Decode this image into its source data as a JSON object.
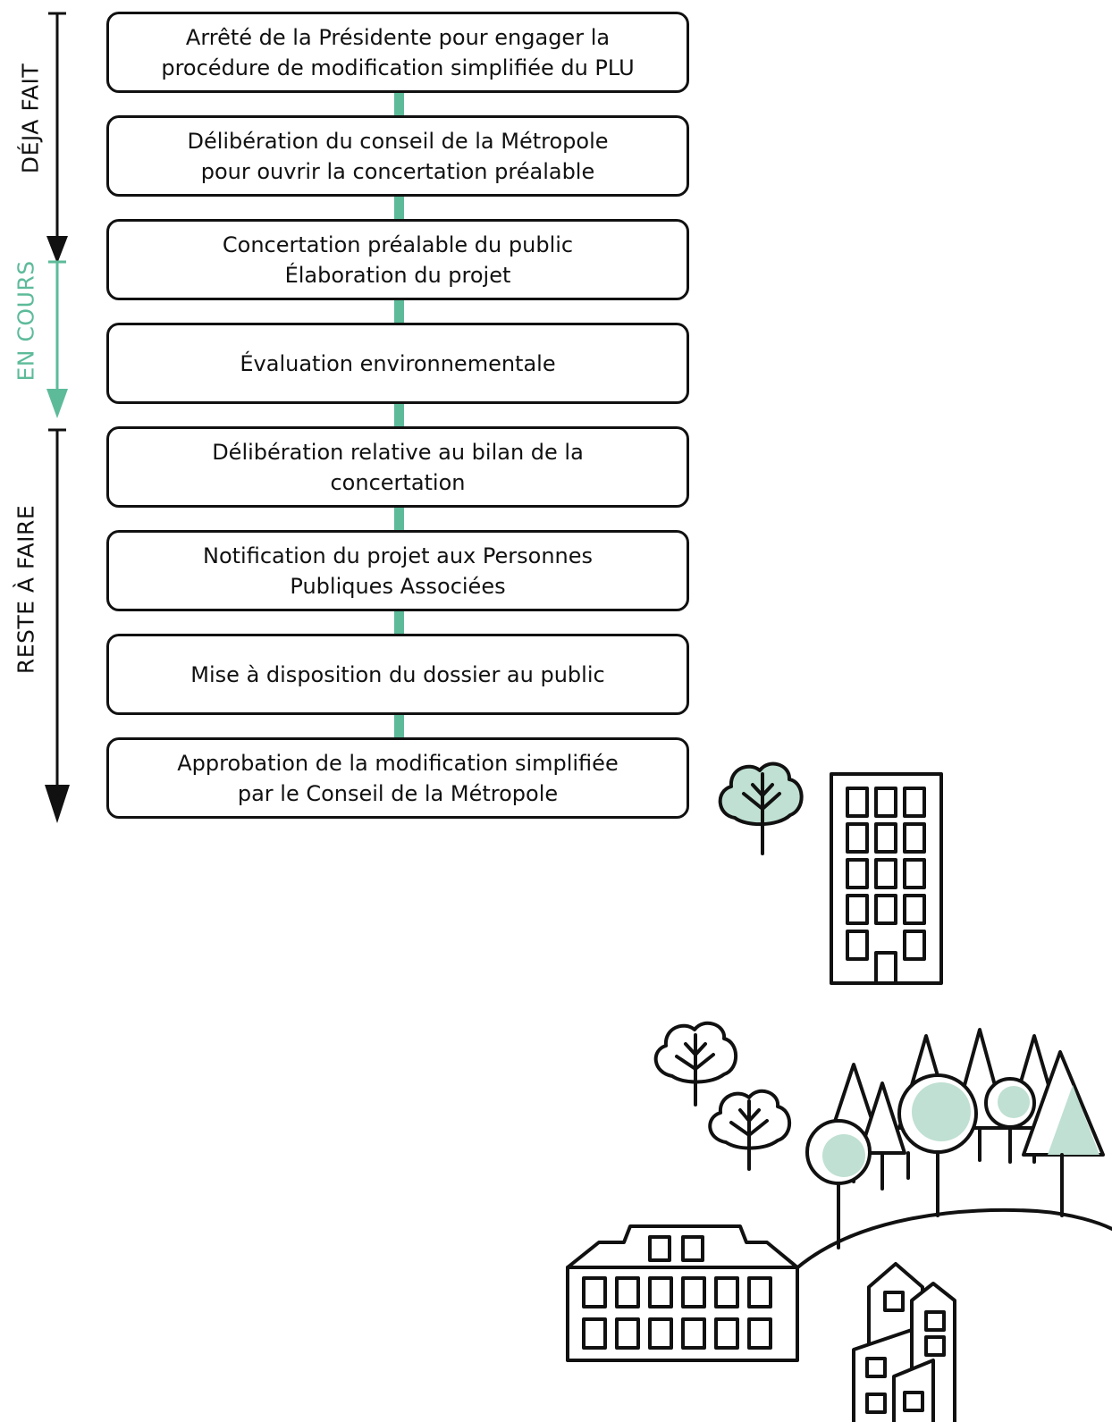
{
  "phases": [
    {
      "label": "DÉJA FAIT",
      "color": "#111111"
    },
    {
      "label": "EN COURS",
      "color": "#5dbb9a"
    },
    {
      "label": "RESTE À FAIRE",
      "color": "#111111"
    }
  ],
  "steps": [
    {
      "text": "Arrêté de la Présidente pour engager la\nprocédure de modification simplifiée du PLU"
    },
    {
      "text": "Délibération du conseil de la Métropole\npour ouvrir la concertation préalable"
    },
    {
      "text": "Concertation préalable du public\nÉlaboration du projet"
    },
    {
      "text": "Évaluation environnementale"
    },
    {
      "text": "Délibération relative au bilan de la\nconcertation"
    },
    {
      "text": "Notification du projet aux Personnes\nPubliques Associées"
    },
    {
      "text": "Mise à disposition du dossier au public"
    },
    {
      "text": "Approbation de la modification simplifiée\npar le Conseil de la Métropole"
    }
  ],
  "colors": {
    "accent": "#5dbb9a",
    "accent_light": "#bfe0d2",
    "ink": "#111111"
  },
  "illustration": {
    "icons": [
      "tree-icon",
      "tower-building-icon",
      "forest-icon",
      "hill-icon",
      "apartment-building-icon",
      "houses-icon"
    ]
  }
}
